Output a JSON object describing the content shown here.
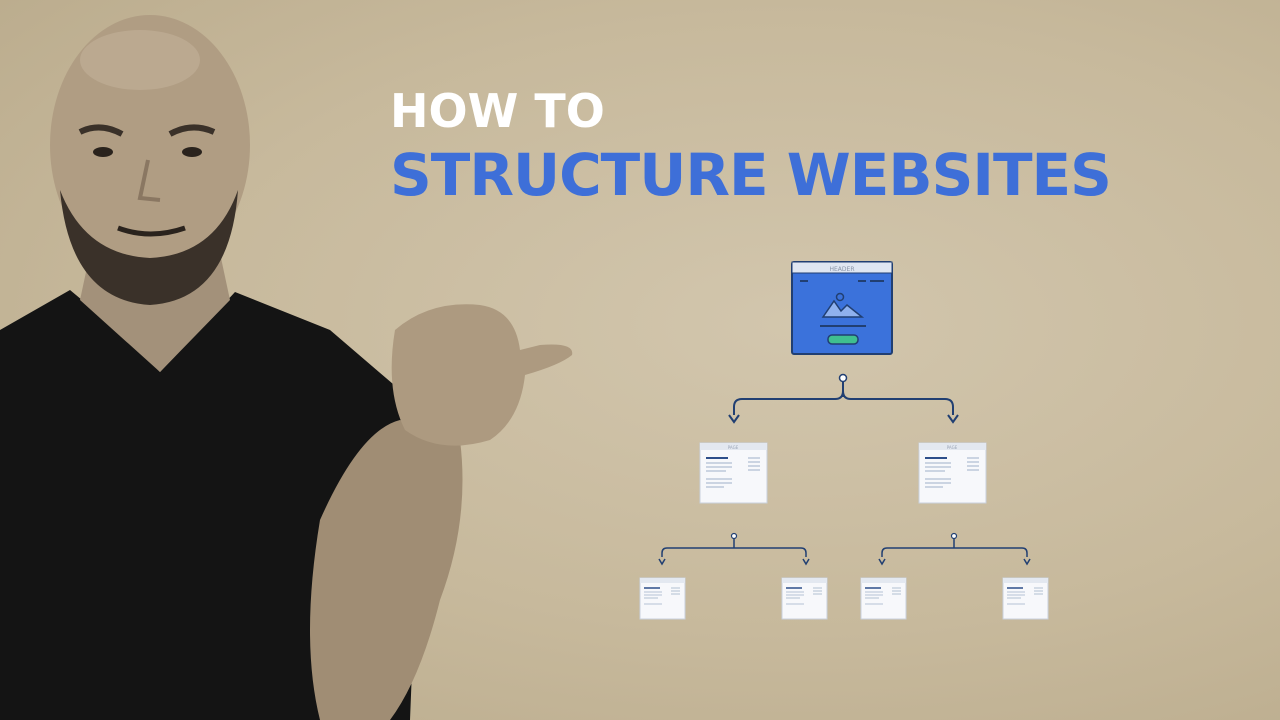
{
  "headline": {
    "line1": "HOW TO",
    "line2": "STRUCTURE WEBSITES"
  },
  "sitemap": {
    "home_header_label": "HEADER",
    "page_label": "PAGE"
  },
  "colors": {
    "background": "#c9bca0",
    "headline_primary": "#ffffff",
    "headline_accent": "#3e6fd8",
    "home_page_blue": "#3b72db",
    "connector": "#213f72",
    "cta_green": "#3fbf8f"
  },
  "icons": [
    "image-icon",
    "arrow-down-icon"
  ]
}
